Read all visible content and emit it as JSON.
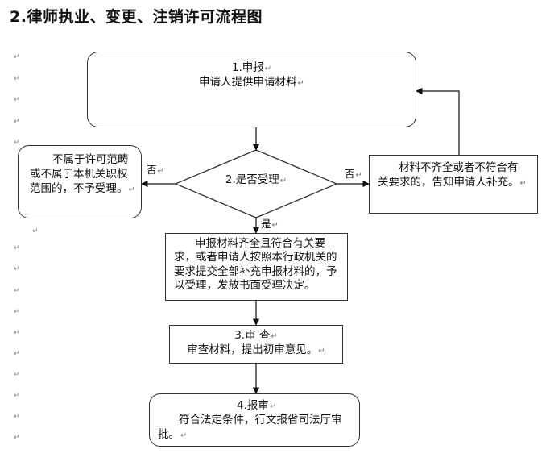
{
  "title": "2.律师执业、变更、注销许可流程图",
  "para_mark": "↵",
  "nodes": {
    "apply": {
      "line1": "1.申报",
      "line2": "申请人提供申请材料"
    },
    "decision": {
      "label": "2.是否受理"
    },
    "reject": {
      "line1": "不属于许可范畴",
      "line2": "或不属于本机关职权",
      "line3": "范围的，不予受理。"
    },
    "supplement": {
      "line1": "材料不齐全或者不符合有",
      "line2": "关要求的，告知申请人补充。"
    },
    "accept": {
      "line1": "申报材料齐全且符合有关要",
      "line2": "求，或者申请人按照本行政机关的",
      "line3": "要求提交全部补充申报材料的，予",
      "line4": "以受理，发放书面受理决定。"
    },
    "review": {
      "line1": "3.审 查",
      "line2": "审查材料，提出初审意见。"
    },
    "report": {
      "line1": "4.报审",
      "line2": "符合法定条件，行文报省司法厅审",
      "line3": "批。"
    }
  },
  "edges": {
    "no_left": "否",
    "no_right": "否",
    "yes": "是"
  }
}
